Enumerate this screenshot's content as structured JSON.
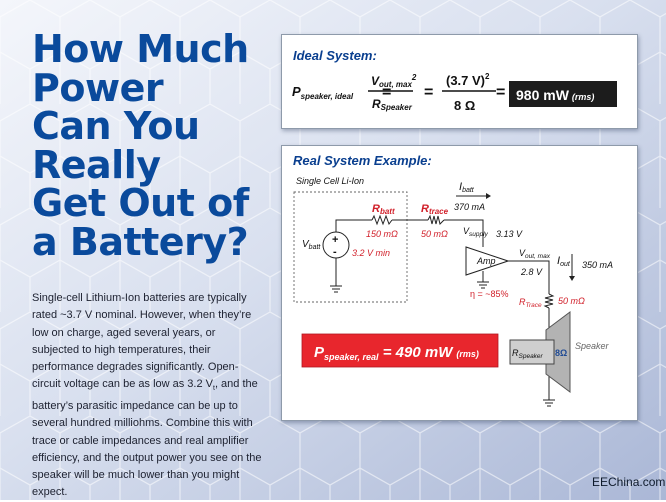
{
  "title": {
    "lines": [
      "How Much",
      "Power",
      "Can You",
      "Really",
      "Get Out of",
      "a Battery?"
    ]
  },
  "body": {
    "text_before_sub": "Single-cell Lithium-Ion batteries are typically rated ~3.7 V nominal. However, when they’re low on charge, aged several years, or subjected to high temperatures, their performance degrades significantly. Open-circuit voltage can be as low as 3.2 V",
    "sub": "t",
    "text_after_sub": ", and the battery’s parasitic impedance can be up to several hundred milliohms. Combine this with trace or cable impedances and real amplifier efficiency, and the output power you see on the speaker will be much lower than you might expect."
  },
  "ideal": {
    "heading": "Ideal System:",
    "lhs_main": "P",
    "lhs_sub": "speaker, ideal",
    "eq1": "=",
    "num_main": "V",
    "num_sub": "out, max",
    "num_sup": "2",
    "den_main": "R",
    "den_sub": "Speaker",
    "eq2": "=",
    "num2": "(3.7 V)",
    "num2_sup": "2",
    "den2": "8 Ω",
    "eq3": "=",
    "result": "980 mW",
    "result_unit": "(rms)"
  },
  "real": {
    "heading": "Real System Example:",
    "battery_label": "Single Cell Li-Ion",
    "vbatt_main": "V",
    "vbatt_sub": "batt",
    "plus": "+",
    "minus": "-",
    "vbatt_value": "3.2 V min",
    "rbatt_main": "R",
    "rbatt_sub": "batt",
    "rbatt_value": "150 mΩ",
    "rtrace_main": "R",
    "rtrace_sub": "trace",
    "rtrace_value": "50 mΩ",
    "ibatt_main": "I",
    "ibatt_sub": "batt",
    "ibatt_value": "370 mA",
    "vsupply_main": "V",
    "vsupply_sub": "supply",
    "vsupply_value": "3.13 V",
    "amp_label": "Amp",
    "efficiency": "η = ~85%",
    "voutmax_main": "V",
    "voutmax_sub": "out, max",
    "voutmax_value": "2.8 V",
    "iout_main": "I",
    "iout_sub": "out",
    "iout_value": "350 mA",
    "rtrace2_main": "R",
    "rtrace2_sub": "Trace",
    "rtrace2_value": "50 mΩ",
    "rspeaker_main": "R",
    "rspeaker_sub": "Speaker",
    "rspeaker_value": "8Ω",
    "speaker_label": "Speaker",
    "result_main": "P",
    "result_sub": "speaker, real",
    "result_value": " = 490 mW",
    "result_unit": "(rms)"
  },
  "watermark": "EEChina.com",
  "colors": {
    "title_blue": "#0a4a9c",
    "heading_blue": "#0a3f8f",
    "resistor_red": "#d1202a",
    "result_box": "#e8262d",
    "result_dark": "#1c1c1c"
  }
}
